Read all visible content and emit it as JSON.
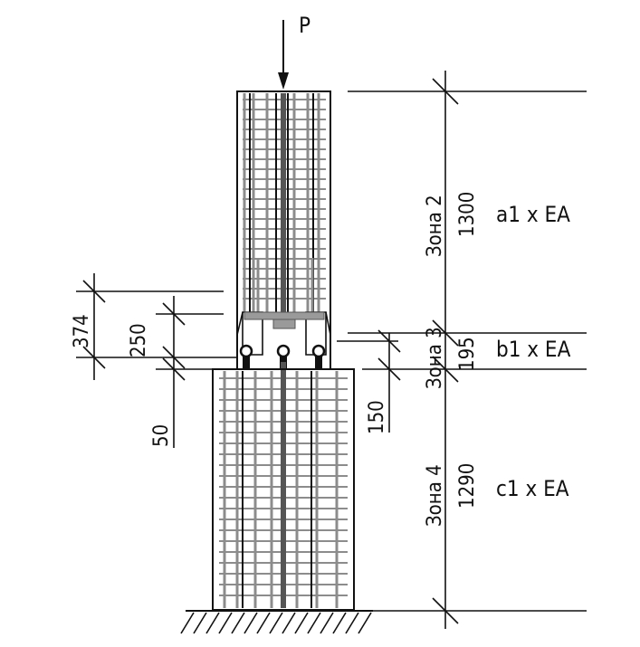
{
  "load": {
    "label": "P"
  },
  "zones": {
    "upper": {
      "name": "Зона 2",
      "length": "1300",
      "stiffness": "a1 x EA"
    },
    "joint": {
      "name": "Зона 3",
      "length": "195",
      "stiffness": "b1 x EA"
    },
    "lower": {
      "name": "Зона 4",
      "length": "1290",
      "stiffness": "c1 x EA"
    }
  },
  "dimensions": {
    "left_overall": "374",
    "left_inner": "250",
    "left_bottom": "50",
    "right_gap": "150"
  },
  "colors": {
    "line": "#111111",
    "rebar": "#8c8c8c",
    "rebar_dark": "#555555"
  }
}
